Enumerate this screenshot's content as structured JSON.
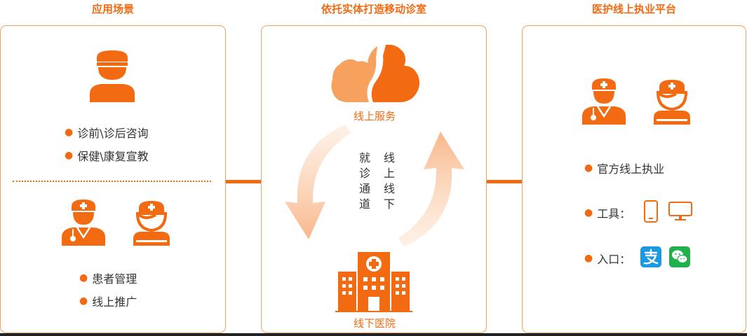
{
  "titles": {
    "left": "应用场景",
    "middle": "依托实体打造移动诊室",
    "right": "医护线上执业平台"
  },
  "left_panel": {
    "top_items": [
      "诊前\\诊后咨询",
      "保健\\康复宣教"
    ],
    "bottom_items": [
      "患者管理",
      "线上推广"
    ]
  },
  "middle_panel": {
    "online_label": "线上服务",
    "offline_label": "线下医院",
    "channel_text_left": "就诊通道",
    "channel_text_right": "线上线下"
  },
  "right_panel": {
    "item_official": "官方线上执业",
    "item_tools": "工具：",
    "item_entry": "入口："
  },
  "colors": {
    "accent": "#f26a12",
    "accent_light": "#f6a15e",
    "alipay": "#1a9ae0",
    "wechat": "#20b14b"
  },
  "icons": [
    "person-icon",
    "doctor-icon",
    "nurse-icon",
    "cloud-icon",
    "hospital-icon",
    "phone-icon",
    "monitor-icon",
    "alipay-icon",
    "wechat-icon",
    "cycle-arrow-icon"
  ]
}
